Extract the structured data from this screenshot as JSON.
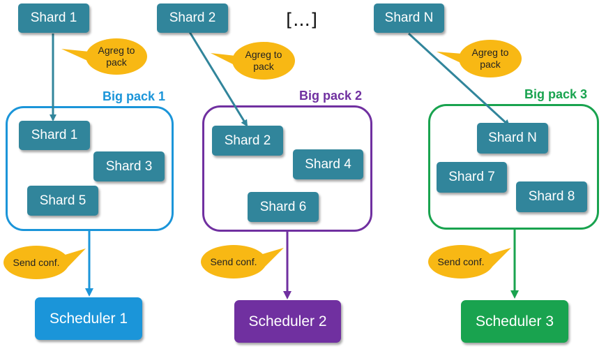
{
  "top_shards": [
    "Shard  1",
    "Shard  2",
    "Shard  N"
  ],
  "ellipsis": "[...]",
  "bubbles": {
    "aggregate": "Agreg to\npack",
    "send": "Send conf."
  },
  "packs": [
    {
      "label": "Big pack 1",
      "color": "#1b95d9",
      "shards": [
        "Shard  1",
        "Shard  3",
        "Shard  5"
      ],
      "scheduler": "Scheduler 1",
      "scheduler_color": "#1b95d9"
    },
    {
      "label": "Big pack 2",
      "color": "#7030a0",
      "shards": [
        "Shard  2",
        "Shard  4",
        "Shard  6"
      ],
      "scheduler": "Scheduler 2",
      "scheduler_color": "#7030a0"
    },
    {
      "label": "Big pack 3",
      "color": "#19a34f",
      "shards": [
        "Shard  N",
        "Shard  7",
        "Shard  8"
      ],
      "scheduler": "Scheduler 3",
      "scheduler_color": "#19a34f"
    }
  ],
  "colors": {
    "shard": "#31859b",
    "bubble_fill": "#f8b814",
    "arrow_top": "#31859b"
  }
}
